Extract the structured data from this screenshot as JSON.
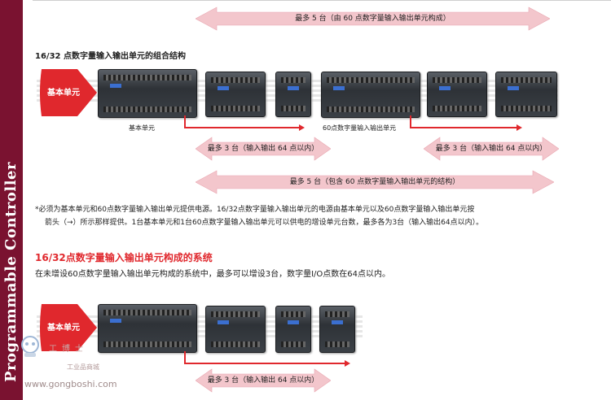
{
  "sidebar": {
    "label": "Programmable Controller"
  },
  "diagram1": {
    "heading": "16/32 点数字量输入输出单元的组合结构",
    "badge": "基本单元",
    "caption_base": "基本单元",
    "caption_60": "60点数字量输入输出单元",
    "arrow_top": "最多 5 台（由 60 点数字量输入输出单元构成）",
    "arrow_left": "最多 3 台（输入输出 64 点以内）",
    "arrow_right": "最多 3 台（输入输出 64 点以内）",
    "arrow_bottom": "最多 5 台（包含 60 点数字量输入输出单元的结构）"
  },
  "note": {
    "line1": "*必须为基本单元和60点数字量输入输出单元提供电源。16/32点数字量输入输出单元的电源由基本单元以及60点数字量输入输出单元按",
    "line2": "箭头（→）所示那样提供。1台基本单元和1台60点数字量输入输出单元可以供电的增设单元台数，最多各为3台（输入输出64点以内）。"
  },
  "section": {
    "title": "16/32点数字量输入输出单元构成的系统",
    "body": "在未增设60点数字量输入输出单元构成的系统中，最多可以增设3台，数字量I/O点数在64点以内。"
  },
  "diagram2": {
    "badge": "基本单元",
    "arrow": "最多 3 台（输入输出 64 点以内）"
  },
  "watermark": {
    "cn_name": "工博士",
    "cn_sub": "工业品商城",
    "url": "www.gongboshi.com"
  },
  "colors": {
    "sidebar": "#7a1230",
    "accent_red": "#e0282d",
    "arrow_pink": "#f3c6cc"
  }
}
